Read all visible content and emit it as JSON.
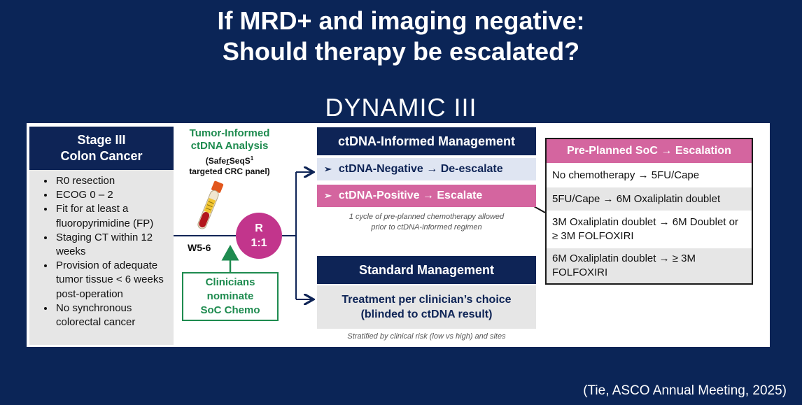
{
  "title_line1": "If MRD+ and imaging negative:",
  "title_line2": "Should therapy be escalated?",
  "subtitle": "DYNAMIC III",
  "stage": {
    "line1": "Stage III",
    "line2": "Colon Cancer"
  },
  "criteria": [
    "R0 resection",
    "ECOG 0 – 2",
    "Fit for at least a fluoropyrimidine (FP)",
    "Staging CT within 12 weeks",
    "Provision of adequate tumor tissue < 6 weeks post-operation",
    "No synchronous colorectal cancer"
  ],
  "tumor": {
    "line1": "Tumor-Informed",
    "line2": "ctDNA Analysis",
    "sub1_prefix": "(Safe",
    "sub1_underlined": "r",
    "sub1_suffix": "SeqS",
    "sub1_sup": "1",
    "sub2": "targeted CRC panel)"
  },
  "timepoint": "W5-6",
  "randomization": {
    "line1": "R",
    "line2": "1:1"
  },
  "clinicians": {
    "line1": "Clinicians",
    "line2": "nominate",
    "line3": "SoC Chemo"
  },
  "ctdna_arm": {
    "header": "ctDNA-Informed Management",
    "negative": "ctDNA-Negative → De-escalate",
    "positive": "ctDNA-Positive → Escalate",
    "note_line1": "1 cycle of pre-planned chemotherapy allowed",
    "note_line2": "prior to ctDNA-informed regimen"
  },
  "standard_arm": {
    "header": "Standard Management",
    "body_line1": "Treatment per clinician’s choice",
    "body_line2": "(blinded to ctDNA result)",
    "note": "Stratified by clinical risk (low vs high) and sites"
  },
  "escalation": {
    "header": "Pre-Planned SoC → Escalation",
    "rows": [
      "No chemotherapy → 5FU/Cape",
      "5FU/Cape → 6M Oxaliplatin doublet",
      "3M Oxaliplatin doublet → 6M Doublet or ≥ 3M FOLFOXIRI",
      "6M Oxaliplatin doublet → ≥ 3M FOLFOXIRI"
    ]
  },
  "citation": "(Tie, ASCO Annual Meeting, 2025)",
  "colors": {
    "background": "#0b2557",
    "navy": "#0e2456",
    "pink": "#d4659f",
    "magenta": "#c2358c",
    "green": "#1e8b4f"
  },
  "icons": {
    "blood_tube": "blood-sample-tube-icon",
    "bullet": "chevron-right-icon"
  }
}
